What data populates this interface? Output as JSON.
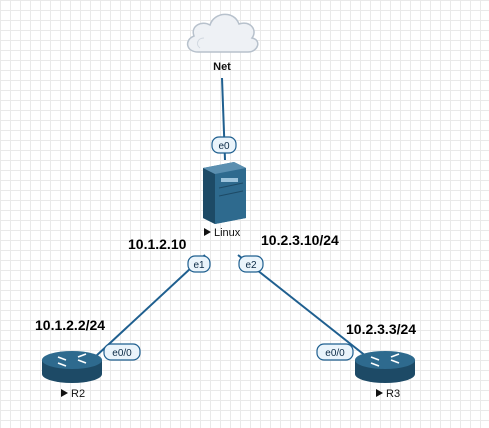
{
  "topology": {
    "nodes": {
      "net": {
        "label": "Net",
        "icon": "cloud-icon"
      },
      "linux": {
        "label": "Linux",
        "icon": "server-icon"
      },
      "r2": {
        "label": "R2",
        "icon": "router-icon"
      },
      "r3": {
        "label": "R3",
        "icon": "router-icon"
      }
    },
    "interfaces": {
      "linux_e0": "e0",
      "linux_e1": "e1",
      "linux_e2": "e2",
      "r2_e00": "e0/0",
      "r3_e00": "e0/0"
    },
    "ip_labels": {
      "linux_e1": "10.1.2.10",
      "linux_e2": "10.2.3.10/24",
      "r2": "10.1.2.2/24",
      "r3": "10.2.3.3/24"
    }
  },
  "colors": {
    "link": "#1f5f8f",
    "device_fill": "#2e6a8e",
    "device_dark": "#1d4a66",
    "cloud_fill": "#eef1f5",
    "port_fill": "#eaf4fb",
    "port_stroke": "#1f5f8f",
    "grid": "#e9e9e9"
  }
}
